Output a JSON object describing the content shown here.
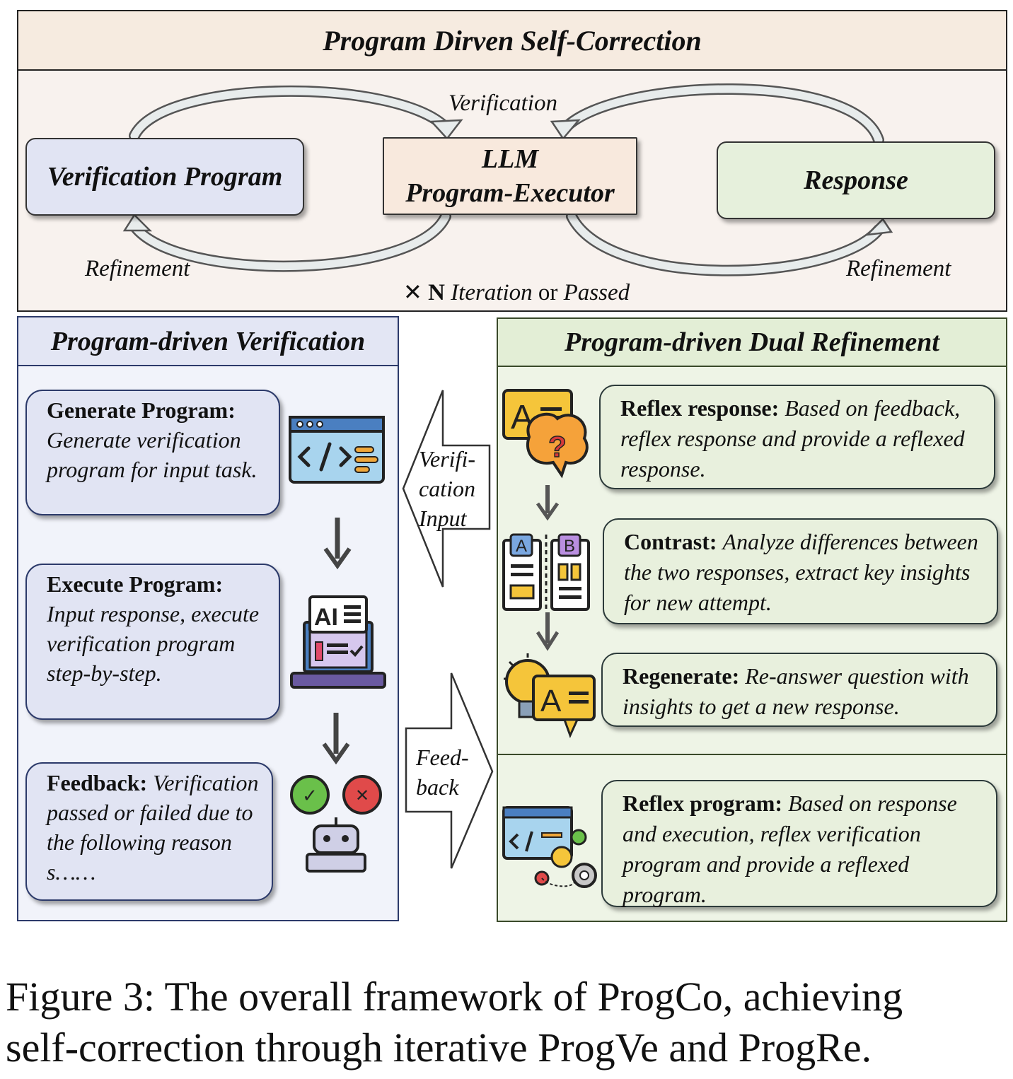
{
  "top": {
    "title": "Program Dirven Self-Correction",
    "node_left": "Verification Program",
    "node_center_l1": "LLM",
    "node_center_l2": "Program-Executor",
    "node_right": "Response",
    "verification_label": "Verification",
    "refinement_left": "Refinement",
    "refinement_right": "Refinement",
    "iter_x": "✕",
    "iter_n": "N",
    "iter_word": "Iteration",
    "iter_or": "or",
    "iter_passed": "Passed"
  },
  "left": {
    "title": "Program-driven Verification",
    "gen_bold": "Generate Program:",
    "gen_text": "Generate verification program for input task.",
    "exe_bold": "Execute Program:",
    "exe_text": "Input response, execute verification program step-by-step.",
    "fb_bold": "Feedback:",
    "fb_text": "Verification passed or failed due to the following reasons……"
  },
  "middle": {
    "verif_input_l1": "Verifi-",
    "verif_input_l2": "cation",
    "verif_input_l3": "Input",
    "feedback_l1": "Feed-",
    "feedback_l2": "back"
  },
  "right": {
    "title": "Program-driven Dual Refinement",
    "reflex_bold": "Reflex response:",
    "reflex_text": "Based on feedback, reflex response and provide a reflexed response.",
    "contrast_bold": "Contrast:",
    "contrast_text": "Analyze differences between the two responses, extract key insights for new attempt.",
    "regen_bold": "Regenerate:",
    "regen_text": "Re-answer question with insights to get a new response.",
    "rprog_bold": "Reflex program:",
    "rprog_text": "Based on response and execution, reflex verification program and provide a reflexed program."
  },
  "icons": {
    "code_window": "code-window-icon",
    "ai_laptop": "ai-laptop-icon",
    "robot_feedback": "robot-feedback-icon",
    "question_bubble": "question-bubble-icon",
    "ab_compare": "ab-compare-icon",
    "idea_bubble": "idea-bubble-icon",
    "program_settings": "program-settings-icon",
    "icon_glyph_a": "A",
    "icon_glyph_b": "B",
    "icon_glyph_ai": "AI",
    "icon_glyph_q": "?",
    "icon_glyph_check": "✓",
    "icon_glyph_x": "✕"
  },
  "colors": {
    "top_header_bg": "#f6ebe0",
    "verification_node_bg": "#e1e4f3",
    "executor_node_bg": "#f8e9dd",
    "response_node_bg": "#e6f0dc",
    "left_panel_bg": "#f1f3fa",
    "right_panel_bg": "#eef4e6"
  },
  "caption": {
    "line1": "Figure 3: The overall framework of ProgCo, achieving",
    "line2": "self-correction through iterative ProgVe and ProgRe."
  }
}
